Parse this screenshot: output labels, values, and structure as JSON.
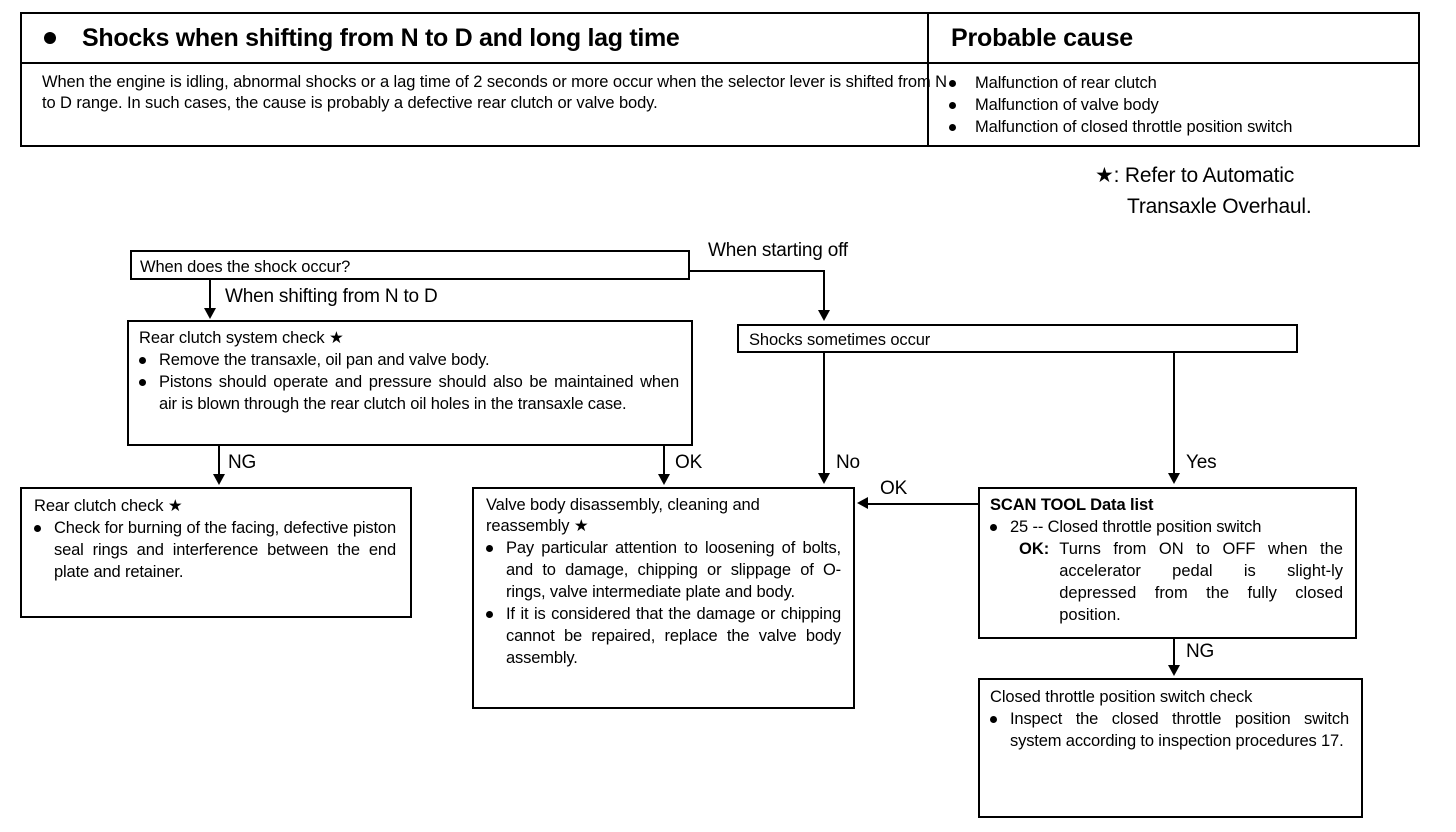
{
  "symptom_table": {
    "header_symptom": "Shocks when shifting from N to D and long lag time",
    "header_cause": "Probable cause",
    "symptom_description": "When the engine is idling, abnormal shocks or a lag time of 2 seconds or more occur when the selector lever is shifted from N to D range.  In such cases, the cause is probably a defective rear clutch or valve body.",
    "causes": [
      "Malfunction of rear clutch",
      "Malfunction of valve body",
      "Malfunction of closed throttle position switch"
    ]
  },
  "footnote": {
    "line1": "★: Refer to Automatic",
    "line2": "Transaxle Overhaul."
  },
  "flowchart": {
    "question_box": {
      "title": "When does the shock occur?"
    },
    "rear_clutch_system_box": {
      "title": "Rear clutch system check ★",
      "items": [
        "Remove the transaxle, oil pan and valve body.",
        "Pistons should operate and pressure should also be maintained when air is blown through the rear clutch oil holes in the transaxle case."
      ]
    },
    "shocks_box": {
      "title": "Shocks  sometimes  occur"
    },
    "rear_clutch_check_box": {
      "title": "Rear clutch check ★",
      "items": [
        "Check for burning of the facing, defective piston seal rings and interference between the end plate and retainer."
      ]
    },
    "valve_body_box": {
      "title": "Valve body disassembly, cleaning and reassembly ★",
      "items": [
        "Pay particular attention to loosening of bolts, and to damage, chipping or slippage of O-rings, valve intermediate plate and body.",
        "If it is considered that the damage or chipping cannot be repaired, replace the valve body assembly."
      ]
    },
    "scan_tool_box": {
      "title": "SCAN TOOL  Data  list",
      "item_code": "25 -- Closed throttle position switch",
      "ok_label": "OK:",
      "ok_text": "Turns from ON to OFF when the accelerator pedal is slight-ly depressed from the fully closed position."
    },
    "closed_throttle_box": {
      "title": "Closed throttle position switch check",
      "items": [
        "Inspect the closed throttle position switch system according to inspection procedures 17."
      ]
    },
    "edge_labels": {
      "when_starting_off": "When starting off",
      "when_shifting": "When shifting from N to D",
      "ng_left": "NG",
      "ok_mid": "OK",
      "no": "No",
      "yes": "Yes",
      "ok_right": "OK",
      "ng_right": "NG"
    }
  }
}
